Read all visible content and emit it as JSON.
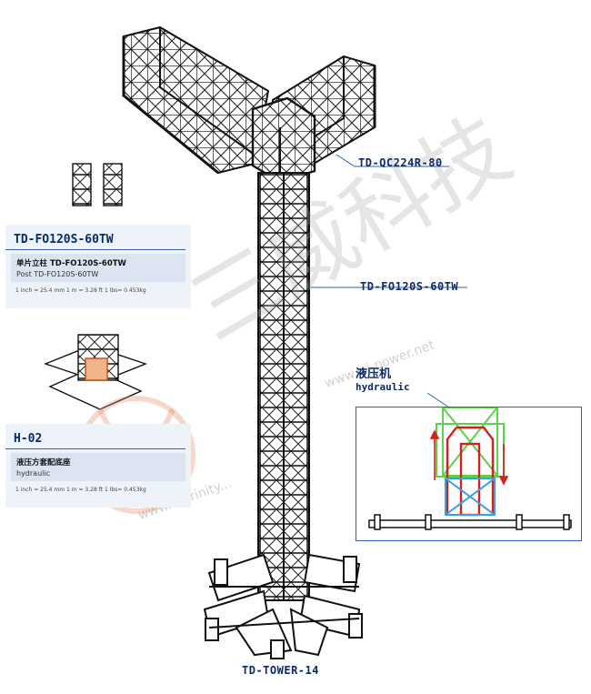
{
  "labels": {
    "top_module": "TD-QC224R-80",
    "column": "TD-FO120S-60TW",
    "tower": "TD-TOWER-14"
  },
  "cards": [
    {
      "title": "TD-FO120S-60TW",
      "line1": "单片立柱 TD-FO120S-60TW",
      "line2": "Post TD-FO120S-60TW",
      "units": "1 inch = 25.4 mm    1 m = 3.28 ft    1 lbs= 0.453kg"
    },
    {
      "title": "H-02",
      "line1": "液压方套配底座",
      "line2": "hydraulic",
      "units": "1 inch = 25.4 mm    1 m = 3.28 ft    1 lbs= 0.453kg"
    }
  ],
  "inset": {
    "title_cn": "液压机",
    "title_en": "hydraulic"
  },
  "watermark": {
    "company_cn": "三威科技",
    "url1": "www.tri-power.net",
    "url2": "www.hktrinity..."
  },
  "colors": {
    "label": "#0a2a6e",
    "callout_line": "#3060c0",
    "truss": "#111111",
    "hydraulic_green": "#5bd24a",
    "hydraulic_red": "#d42020",
    "hydraulic_blue": "#3aa0e0"
  }
}
